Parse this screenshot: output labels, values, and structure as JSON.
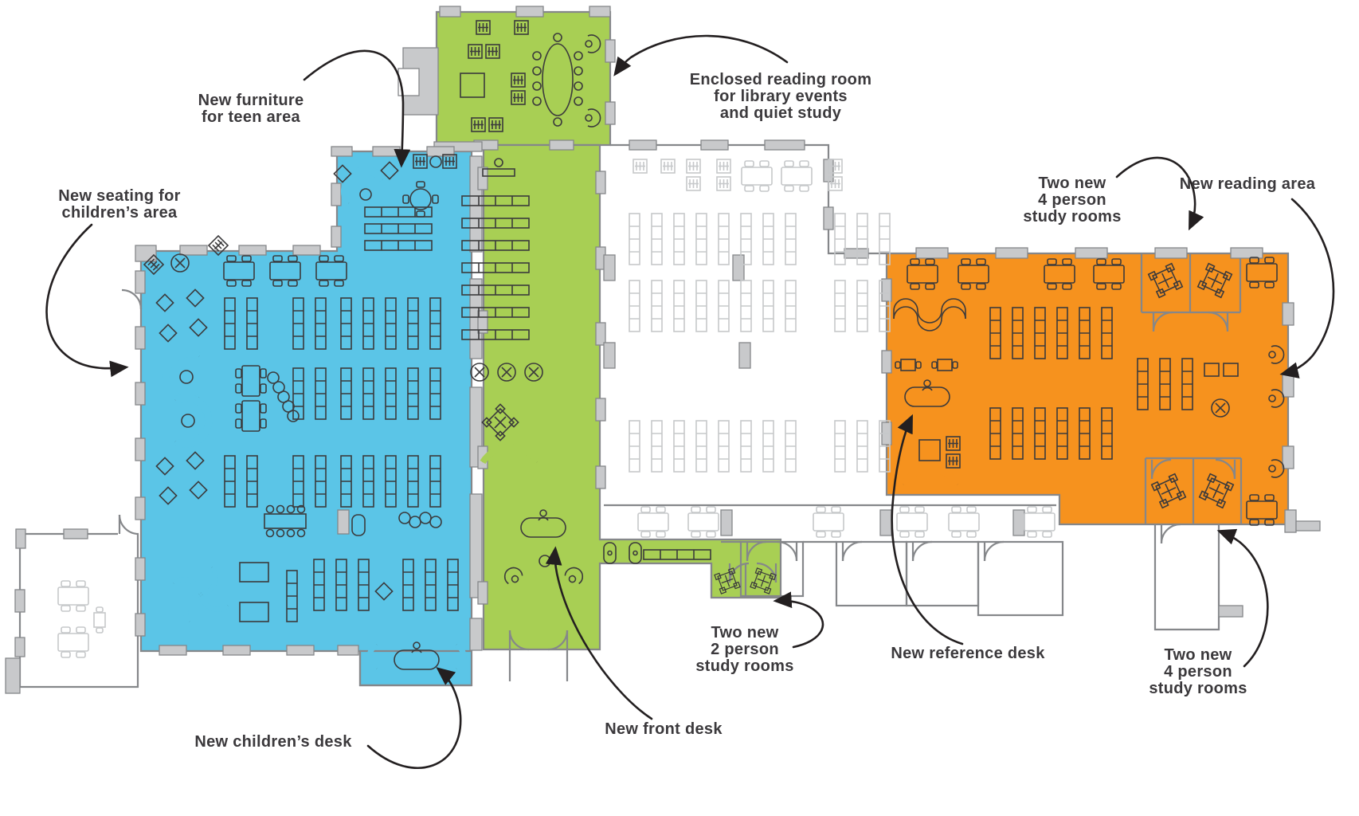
{
  "figure": {
    "kind": "library-renovation-floor-plan"
  },
  "ink": {
    "label_text": "#3B393C",
    "arrow": "#231F20"
  },
  "zones": {
    "children_teen": {
      "color": "#5BC5E7"
    },
    "services_green": {
      "color": "#A8CF54"
    },
    "adult_orange": {
      "color": "#F6921E"
    },
    "walls_fill": "#C8C9CB",
    "walls_outline": "#85878A",
    "furniture_dark": "#3B3A3C",
    "furniture_light": "#C6C8CA"
  },
  "annotations": {
    "teen_furniture": {
      "lines": [
        "New furniture",
        "for teen area"
      ]
    },
    "children_seating": {
      "lines": [
        "New seating for",
        "children’s area"
      ]
    },
    "reading_room": {
      "lines": [
        "Enclosed reading room",
        "for library events",
        "and quiet study"
      ]
    },
    "study_rooms_top": {
      "lines": [
        "Two new",
        "4 person",
        "study rooms"
      ]
    },
    "reading_area": {
      "lines": [
        "New reading area"
      ]
    },
    "study_rooms_2person": {
      "lines": [
        "Two new",
        "2 person",
        "study rooms"
      ]
    },
    "reference_desk": {
      "lines": [
        "New reference desk"
      ]
    },
    "study_rooms_bottom": {
      "lines": [
        "Two new",
        "4 person",
        "study rooms"
      ]
    },
    "front_desk": {
      "lines": [
        "New front desk"
      ]
    },
    "childrens_desk": {
      "lines": [
        "New children’s desk"
      ]
    }
  }
}
